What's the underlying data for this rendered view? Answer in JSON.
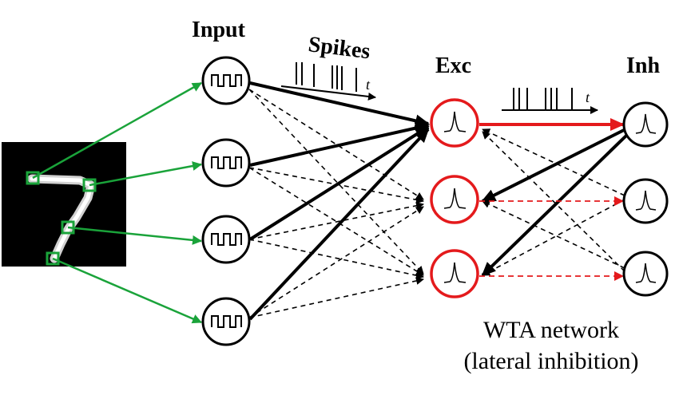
{
  "labels": {
    "input": "Input",
    "spikes": "Spikes",
    "exc": "Exc",
    "inh": "Inh",
    "time_label": "t",
    "wta_line1": "WTA network",
    "wta_line2": "(lateral inhibition)"
  },
  "colors": {
    "black": "#000000",
    "excitatory": "#e41a1c",
    "input_link": "#1aa33a",
    "image_bg": "#000000"
  },
  "icons": {
    "input_neuron": "square-wave-icon",
    "exc_neuron": "spike-trace-icon",
    "inh_neuron": "spike-trace-icon",
    "digit_image": "mnist-digit-seven"
  }
}
